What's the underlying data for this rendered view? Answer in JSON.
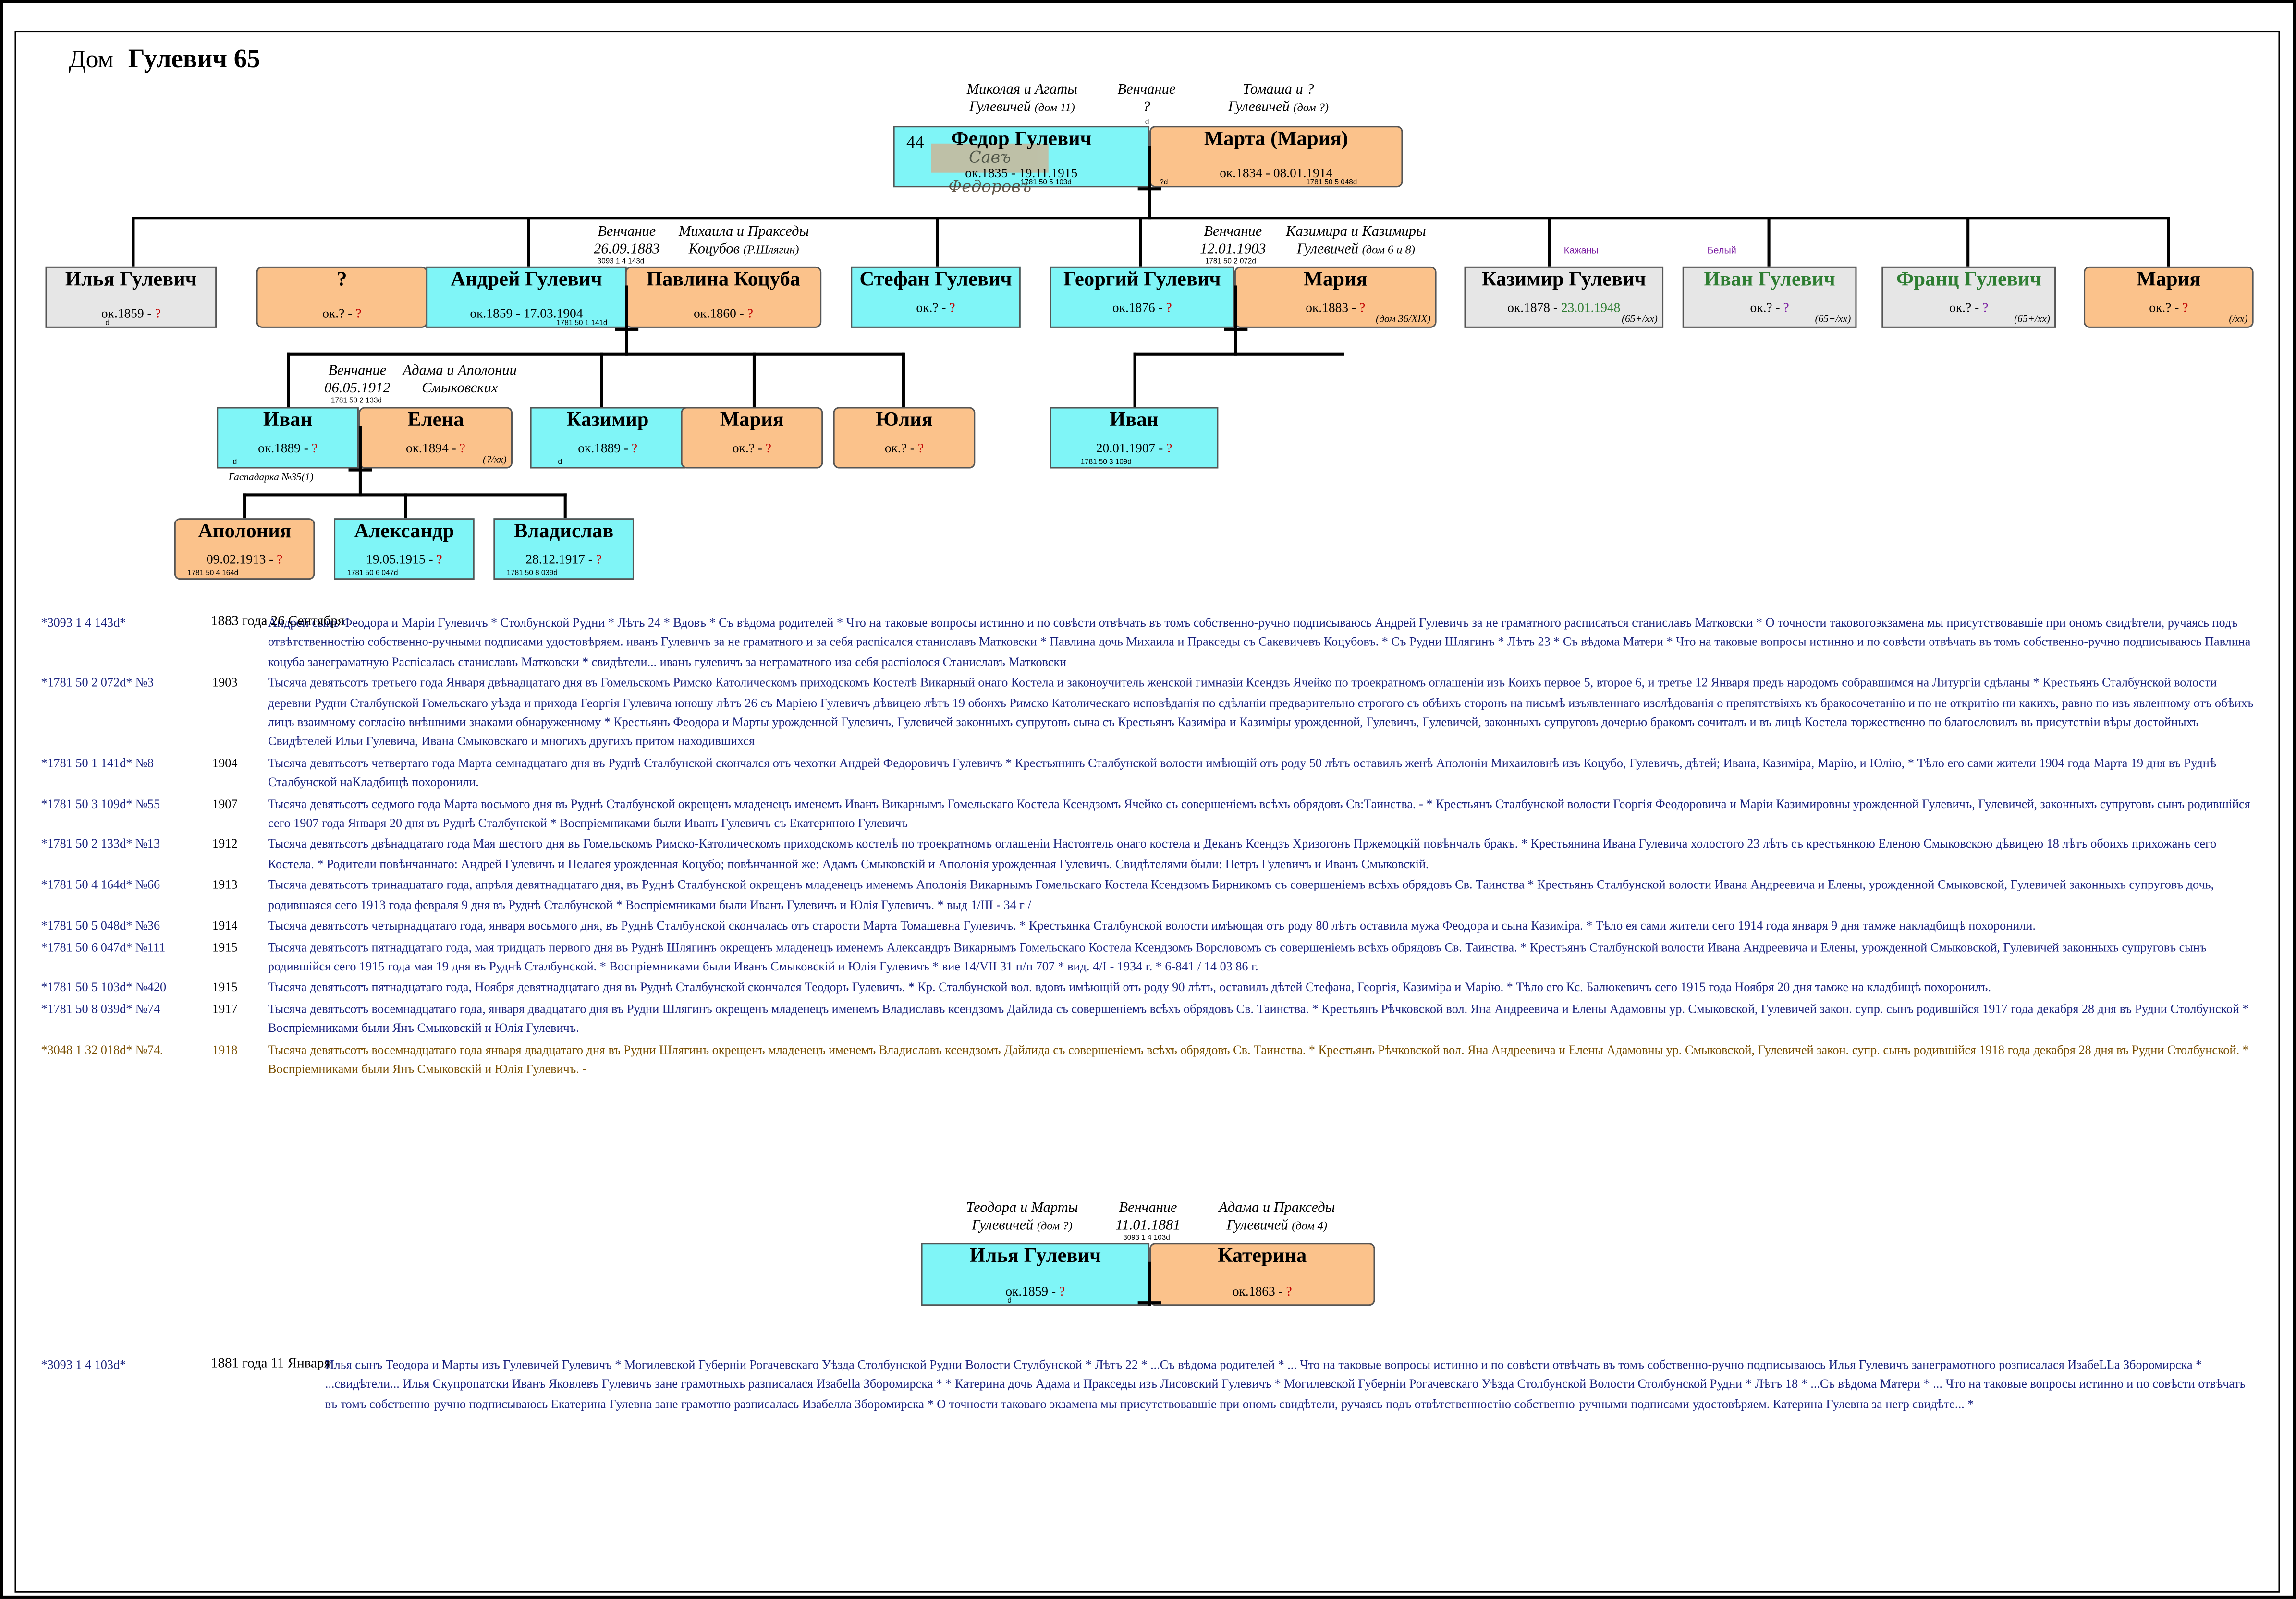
{
  "header": {
    "label": "Дом",
    "house": "Гулевич 65"
  },
  "top_couple": {
    "groom_parents": {
      "line1": "Миколая и Агаты",
      "line2": "Гулевичей",
      "line2_small": "(дом 11)"
    },
    "wedding": {
      "label": "Венчание",
      "date": "?",
      "ref": "d"
    },
    "bride_parents": {
      "line1": "Томаша и ?",
      "line2": "Гулевичей",
      "line2_small": "(дом ?)"
    },
    "husband": {
      "number": "44",
      "name": "Федор Гулевич",
      "dates": "ок.1835 - 19.11.1915",
      "ref": "1781 50 5 103d",
      "signature": "Савъ Федоровъ"
    },
    "wife": {
      "name": "Марта (Мария)",
      "dates": "ок.1834 - 08.01.1914",
      "ref": "1781 50 5 048d",
      "ref_left": "?d"
    }
  },
  "children": [
    {
      "name": "Илья Гулевич",
      "dates_a": "ок.1859 - ",
      "dates_b": "?",
      "ref": "d"
    },
    {
      "name": "?",
      "dates_a": "ок.? - ",
      "dates_b": "?"
    },
    {
      "name": "Андрей Гулевич",
      "dates_a": "ок.1859 - 17.03.1904",
      "dates_b": "",
      "ref": "1781 50 1 141d"
    },
    {
      "name": "Павлина Коцуба",
      "dates_a": "ок.1860 - ",
      "dates_b": "?"
    },
    {
      "name": "Стефан Гулевич",
      "dates_a": "ок.? - ",
      "dates_b": "?"
    },
    {
      "name": "Георгий Гулевич",
      "dates_a": "ок.1876 - ",
      "dates_b": "?"
    },
    {
      "name": "Мария",
      "dates_a": "ок.1883 - ",
      "dates_b": "?",
      "note": "(дом 36/XIX)"
    },
    {
      "name": "Казимир Гулевич",
      "dates_a": "ок.1878 - ",
      "dates_b": "23.01.1948",
      "note": "(65+/xx)"
    },
    {
      "name": "Иван Гулевич",
      "dates_a": "ок.? - ",
      "dates_b": "?",
      "note": "(65+/xx)"
    },
    {
      "name": "Франц Гулевич",
      "dates_a": "ок.? - ",
      "dates_b": "?",
      "note": "(65+/xx)"
    },
    {
      "name": "Мария",
      "dates_a": "ок.? - ",
      "dates_b": "?",
      "note": "(/xx)"
    }
  ],
  "captions": {
    "andrey_wedding": {
      "label": "Венчание",
      "date": "26.09.1883",
      "ref": "3093 1 4 143d"
    },
    "pavlina_parents": {
      "line1": "Михаила и Пракседы",
      "line2": "Коцубов",
      "line2_small": "(Р.Шлягин)"
    },
    "georgy_wedding": {
      "label": "Венчание",
      "date": "12.01.1903",
      "ref": "1781 50 2 072d"
    },
    "maria_parents": {
      "line1": "Казимира и Казимиры",
      "line2": "Гулевичей",
      "line2_small": "(дом 6 и 8)"
    },
    "kazhany": "Кажаны",
    "bely": "Белый",
    "ivan_wedding": {
      "label": "Венчание",
      "date": "06.05.1912",
      "ref": "1781 50 2 133d"
    },
    "elena_parents": {
      "line1": "Адама и Аполонии",
      "line2": "Смыковских"
    },
    "gaspadarka": "Гаспадарка №35(1)"
  },
  "grandchildren": [
    {
      "name": "Иван",
      "dates_a": "ок.1889 - ",
      "dates_b": "?",
      "ref": "d"
    },
    {
      "name": "Елена",
      "dates_a": "ок.1894 - ",
      "dates_b": "?",
      "note": "(?/xx)"
    },
    {
      "name": "Казимир",
      "dates_a": "ок.1889 - ",
      "dates_b": "?",
      "ref": "d"
    },
    {
      "name": "Мария",
      "dates_a": "ок.? - ",
      "dates_b": "?"
    },
    {
      "name": "Юлия",
      "dates_a": "ок.? - ",
      "dates_b": "?"
    },
    {
      "name": "Иван",
      "dates_a": "20.01.1907 - ",
      "dates_b": "?",
      "ref": "1781 50 3 109d"
    }
  ],
  "great_grandchildren": [
    {
      "name": "Аполония",
      "dates_a": "09.02.1913 - ",
      "dates_b": "?",
      "ref": "1781 50 4 164d"
    },
    {
      "name": "Александр",
      "dates_a": "19.05.1915 - ",
      "dates_b": "?",
      "ref": "1781 50 6 047d"
    },
    {
      "name": "Владислав",
      "dates_a": "28.12.1917 - ",
      "dates_b": "?",
      "ref": "1781 50 8 039d"
    }
  ],
  "records": [
    {
      "id": "*3093 1 4 143d*",
      "year": "1883 года 26 Сентября",
      "text": "Андрей сынъ Феодора и Маріи Гулевичъ * Столбунской Рудни * Лѣтъ 24 * Вдовъ * Съ вѣдома родителей * Что на таковые вопросы истинно и по совѣсти отвѣчать въ томъ собственно-ручно подписываюсь Андрей Гулевичъ за не граматного расписаться станиславъ Матковски * О точности таковогоэкзамена мы присутствовавшіе при ономъ свидѣтели, ручаясь подъ отвѣтственностію собственно-ручными подписами удостовѣряем. иванъ Гулевичъ за не граматного и за себя распісался станиславъ Матковски * Павлина дочь Михаила и Пракседы съ Сакевичевъ Коцубовъ. * Съ Рудни Шлягинъ * Лѣтъ 23 * Съ вѣдома Матери * Что на таковые вопросы истинно и по совѣсти отвѣчать въ томъ собственно-ручно подписываюсь Павлина коцуба занеграматную Распісалась станиславъ Матковски * свидѣтели... иванъ гулевичъ за неграматного иза себя распіолося Станиславъ Матковски"
    },
    {
      "id": "*1781 50 2 072d* №3",
      "year": "1903",
      "text": "Тысяча девятьсотъ третьего года Января двѣнадцатаго дня въ Гомельскомъ Римско Католическомъ приходскомъ Костелѣ Викарный онаго Костела и законоучитель женской гимназіи Ксендзъ Ячейко по троекратномъ оглашеніи изъ Коихъ первое 5, второе 6, и третье 12 Января предъ народомъ собравшимся на Литургіи сдѣланы * Крестьянъ Сталбунской волости деревни Рудни Сталбунской Гомельскаго уѣзда и прихода Георгія Гулевича юношу лѣтъ 26 съ Маріею Гулевичъ дѣвицею лѣтъ 19 обоихъ Римско Католическаго исповѣданія по сдѣланіи предварительно строгого съ обѣихъ сторонъ на письмѣ изъявленнаго изслѣдованія о препятствіяхъ къ бракосочетанію и по не откритію ни какихъ, равно по изъ явленному отъ обѣихъ лицъ взаимному согласію внѣшними знаками обнаруженному * Крестьянъ Феодора и Марты урожденной Гулевичъ, Гулевичей законныхъ супруговъ сына съ Крестьянъ Казиміра и Казиміры урожденной, Гулевичъ, Гулевичей, законныхъ супруговъ дочерью бракомъ сочиталъ и въ лицѣ Костела торжественно по благословилъ въ присутствіи вѣры достойныхъ Свидѣтелей Ильи Гулевича, Ивана Смыковскаго и многихъ другихъ притом находившихся"
    },
    {
      "id": "*1781 50 1 141d* №8",
      "year": "1904",
      "text": "Тысяча девятьсотъ четвертаго года Марта семнадцатаго дня въ Руднѣ Сталбунской скончался отъ чехотки Андрей Федоровичъ Гулевичъ * Крестьянинъ Сталбунской волости имѣющій отъ роду 50 лѣтъ оставилъ женѣ Аполоніи Михаиловнѣ изъ Коцубо, Гулевичъ, дѣтей; Ивана, Казиміра, Марію, и Юлію, * Тѣло его сами жители 1904 года Марта 19 дня въ Руднѣ Сталбунской наКладбищѣ похоронили."
    },
    {
      "id": "*1781 50 3 109d* №55",
      "year": "1907",
      "text": "Тысяча девятьсотъ седмого года Марта восьмого дня въ Руднѣ Сталбунской окрещенъ младенецъ именемъ Иванъ Викарнымъ Гомельскаго Костела Ксендзомъ Ячейко съ совершеніемъ всѣхъ обрядовъ Св:Таинства. - * Крестьянъ Сталбунской волости Георгія Феодоровича и Маріи Казимировны урожденной Гулевичъ, Гулевичей, законныхъ супруговъ сынъ родившійся сего 1907 года Января 20 дня въ Руднѣ Сталбунской * Воспріемниками были Иванъ Гулевичъ съ Екатериною Гулевичъ"
    },
    {
      "id": "*1781 50 2 133d* №13",
      "year": "1912",
      "text": "Тысяча девятьсотъ двѣнадцатаго года Мая шестого дня въ Гомельскомъ Римско-Католическомъ приходскомъ костелѣ по троекратномъ оглашеніи Настоятель онаго костела и Деканъ Ксендзъ Хризогонъ Пржемоцкій повѣнчалъ бракъ. * Крестьянина Ивана Гулевича холостого 23 лѣтъ съ крестьянкою Еленою Смыковскою дѣвицею 18 лѣтъ обоихъ прихожанъ сего Костела. * Родители повѣнчаннаго: Андрей Гулевичъ и Пелагея урожденная Коцубо; повѣнчанной же: Адамъ Смыковскій и Аполонія урожденная Гулевичъ. Свидѣтелями были: Петръ Гулевичъ и Иванъ Смыковскій."
    },
    {
      "id": "*1781 50 4 164d* №66",
      "year": "1913",
      "text": "Тысяча девятьсотъ тринадцатаго года, апрѣля девятнадцатаго дня, въ Руднѣ Сталбунской окрещенъ младенецъ именемъ Аполонія Викарнымъ Гомельскаго Костела Ксендзомъ Бирникомъ съ совершеніемъ всѣхъ обрядовъ Св. Таинства * Крестьянъ Сталбунской волости Ивана Андреевича и Елены, урожденной Смыковской, Гулевичей законныхъ супруговъ дочь, родившаяся сего 1913 года февраля 9 дня въ Руднѣ Сталбунской * Воспріемниками были Иванъ Гулевичъ и Юлія Гулевичъ. * выд 1/III - 34 г /"
    },
    {
      "id": "*1781 50 5 048d* №36",
      "year": "1914",
      "text": "Тысяча девятьсотъ четырнадцатаго года, января восьмого дня, въ Руднѣ Сталбунской скончалась отъ старости Марта Томашевна Гулевичъ. * Крестьянка Сталбунской волости имѣющая отъ роду 80 лѣтъ оставила мужа Феодора и сына Казиміра. * Тѣло ея сами жители сего 1914 года января 9 дня тамже накладбищѣ похоронили."
    },
    {
      "id": "*1781 50 6 047d* №111",
      "year": "1915",
      "text": "Тысяча девятьсотъ пятнадцатаго года, мая тридцать первого дня въ Руднѣ Шлягинъ окрещенъ младенецъ именемъ Александръ Викарнымъ Гомельскаго Костела Ксендзомъ Ворсловомъ съ совершеніемъ всѣхъ обрядовъ Св. Таинства. * Крестьянъ Сталбунской волости Ивана Андреевича и Елены, урожденной Смыковской, Гулевичей законныхъ супруговъ сынъ родившійся сего 1915 года мая 19 дня въ Руднѣ Сталбунской. * Воспріемниками были Иванъ Смыковскій и Юлія Гулевичъ * вие 14/VII 31 п/п 707 * вид. 4/I - 1934 г. * 6-841 / 14 03 86 г."
    },
    {
      "id": "*1781 50 5 103d* №420",
      "year": "1915",
      "text": "Тысяча девятьсотъ пятнадцатаго года, Ноября девятнадцатаго дня въ Руднѣ Сталбунской скончался Теодоръ Гулевичъ. * Кр. Сталбунской вол. вдовъ имѣющій отъ роду 90 лѣтъ, оставилъ дѣтей Стефана, Георгія, Казиміра и Марію. * Тѣло его Кс. Балюкевичъ сего 1915 года Ноября 20 дня тамже на кладбищѣ похоронилъ."
    },
    {
      "id": "*1781 50 8 039d* №74",
      "year": "1917",
      "text": "Тысяча девятьсотъ восемнадцатаго года, января двадцатаго дня въ Рудни Шлягинъ окрещенъ младенецъ именемъ Владиславъ ксендзомъ Дайлида съ совершеніемъ всѣхъ обрядовъ Св. Таинства. * Крестьянъ Рѣчковской вол. Яна Андреевича и Елены Адамовны ур. Смыковской, Гулевичей закон. супр. сынъ родившійся 1917 года декабря 28 дня въ Рудни Столбунской * Воспріемниками были Янъ Смыковскій и Юлія Гулевичъ."
    },
    {
      "id": "*3048 1 32 018d* №74.",
      "year": "1918",
      "brown": true,
      "text": "Тысяча девятьсотъ восемнадцатаго года января двадцатаго дня въ Рудни Шлягинъ окрещенъ младенецъ именемъ Владиславъ ксендзомъ Дайлида съ совершеніемъ всѣхъ обрядовъ Св. Таинства. * Крестьянъ Рѣчковской вол. Яна Андреевича и Елены Адамовны ур. Смыковской, Гулевичей закон. супр. сынъ родившійся 1918 года декабря 28 дня въ Рудни Столбунской. * Воспріемниками были Янъ Смыковскій и Юлія Гулевичъ. -"
    }
  ],
  "bottom_couple": {
    "groom_parents": {
      "line1": "Теодора и Марты",
      "line2": "Гулевичей",
      "line2_small": "(дом ?)"
    },
    "wedding": {
      "label": "Венчание",
      "date": "11.01.1881",
      "ref": "3093 1 4 103d"
    },
    "bride_parents": {
      "line1": "Адама и Пракседы",
      "line2": "Гулевичей",
      "line2_small": "(дом 4)"
    },
    "husband": {
      "name": "Илья Гулевич",
      "dates_a": "ок.1859 - ",
      "dates_b": "?",
      "ref": "d"
    },
    "wife": {
      "name": "Катерина",
      "dates_a": "ок.1863 - ",
      "dates_b": "?"
    }
  },
  "bottom_record": {
    "id": "*3093 1 4 103d*",
    "year": "1881 года 11 Января",
    "text": "Илья сынъ Теодора и Марты изъ Гулевичей Гулевичъ * Могилевской Губерніи Рогачевскаго Уѣзда Столбунской Рудни Волости Стулбунской * Лѣтъ 22 * ...Съ вѣдома родителей * ... Что на таковые вопросы истинно и по совѣсти отвѣчать въ томъ собственно-ручно подписываюсь Илья Гулевичъ занеграмотного розписалася ИзабеLLa Зборомирска * ...свидѣтели... Илья Скупропатски Иванъ Яковлевъ Гулевичъ зане грамотныхъ разписалася Изабеllа Зборомирска * * Катерина дочь Адама и Пракседы изъ Лисовский Гулевичъ * Могилевской Губерніи Рогачевскаго Уѣзда Столбунской Волости Столбунской Рудни * Лѣтъ 18 * ...Съ вѣдома Матери * ... Что на таковые вопросы истинно и по совѣсти отвѣчать въ томъ собственно-ручно подписываюсь Екатерина Гулевна зане грамотно разписалась Изабелла Зборомирска * О точности таковаго экзамена мы присутствовавшіе при ономъ свидѣтели, ручаясь подъ отвѣтственностію собственно-ручными подписами удостовѣряем. Катерина Гулевна за негр свидѣте... *"
  }
}
